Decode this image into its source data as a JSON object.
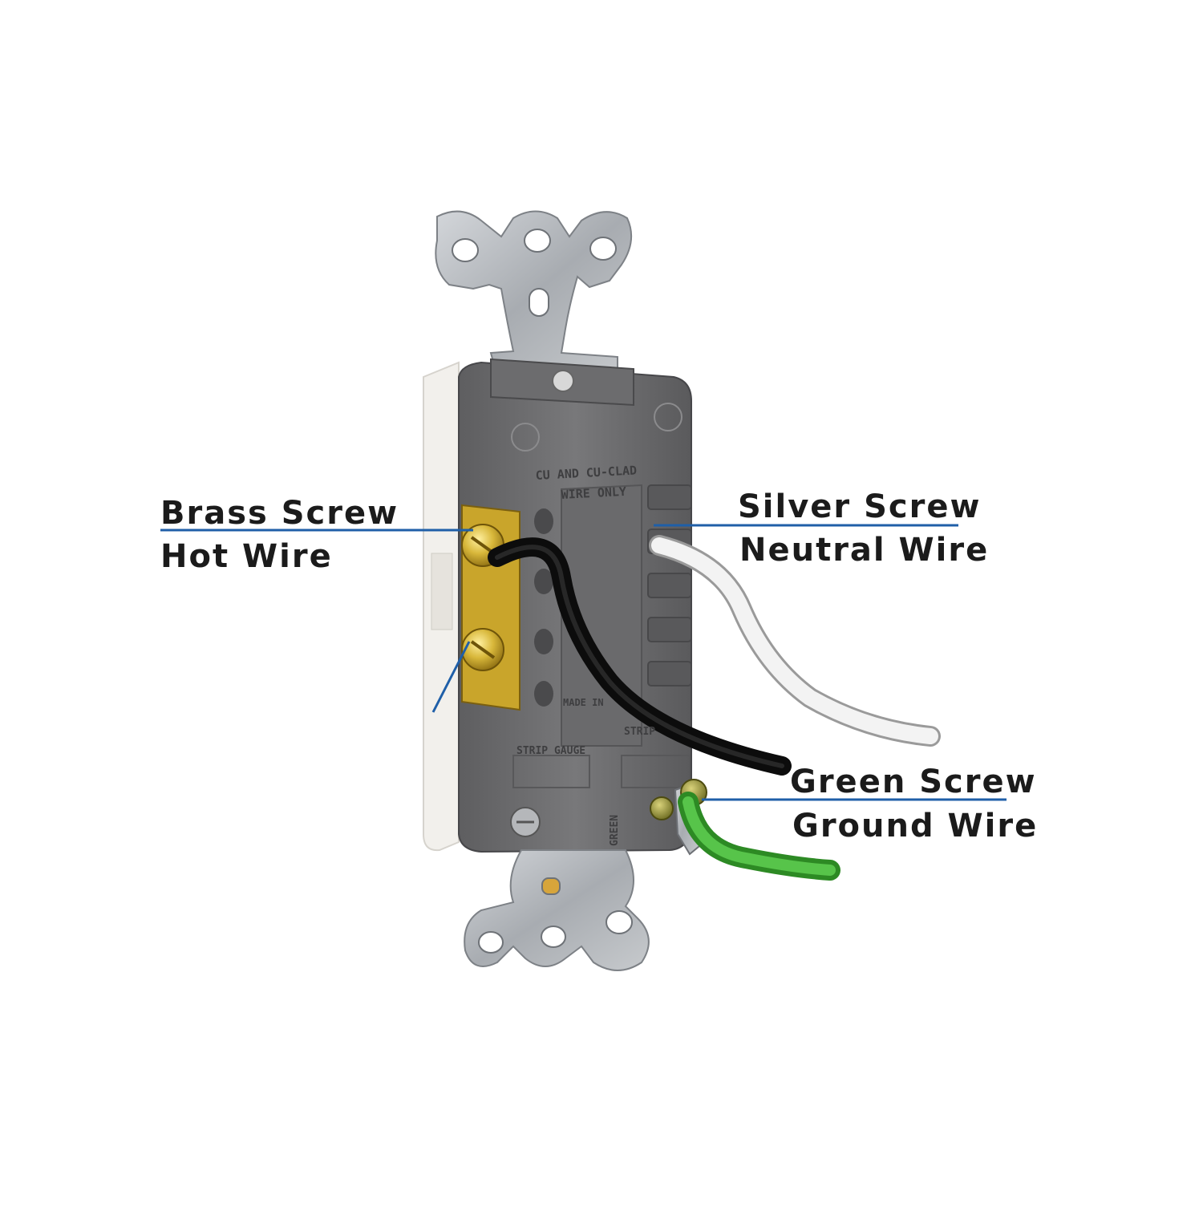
{
  "callouts": {
    "brass": {
      "line1": "Brass Screw",
      "line2": "Hot Wire"
    },
    "silver": {
      "line1": "Silver Screw",
      "line2": "Neutral Wire"
    },
    "green": {
      "line1": "Green Screw",
      "line2": "Ground Wire"
    }
  },
  "device_markings": {
    "top_text_1": "CU AND CU-CLAD",
    "top_text_2": "WIRE ONLY",
    "strip_gauge": "STRIP GAUGE",
    "strip_gauge_right": "STRIP",
    "green_mark": "GREEN",
    "made_in": "MADE IN"
  },
  "colors": {
    "leader_line": "#1f5fa8",
    "body_gray": "#6f6f71",
    "strap_metal": "#b9bcc0",
    "brass": "#d8b73a",
    "hot_wire": "#111111",
    "neutral_wire": "#e4e4e4",
    "ground_wire": "#3aa52f"
  }
}
